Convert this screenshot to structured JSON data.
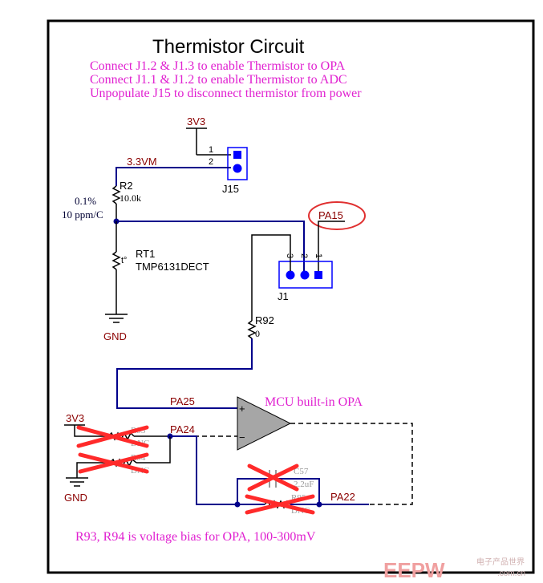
{
  "title": "Thermistor Circuit",
  "notes": [
    "Connect J1.2 & J1.3 to enable Thermistor to OPA",
    "Connect J1.1 & J1.2 to enable Thermistor to ADC",
    "Unpopulate J15 to disconnect thermistor from power"
  ],
  "bottom_note": "R93, R94 is voltage bias for OPA, 100-300mV",
  "opa_label": "MCU built-in OPA",
  "nets": {
    "v3v3_top": "3V3",
    "v3v3m": "3.3VM",
    "pa15": "PA15",
    "pa25": "PA25",
    "pa24": "PA24",
    "pa22": "PA22",
    "v3v3_left": "3V3",
    "gnd_top": "GND",
    "gnd_bottom": "GND"
  },
  "components": {
    "j15": {
      "ref": "J15",
      "pin1": "1",
      "pin2": "2"
    },
    "j1": {
      "ref": "J1",
      "pin3": "3",
      "pin2": "2",
      "pin1": "1"
    },
    "r2": {
      "ref": "R2",
      "value": "10.0k",
      "tolerance": "0.1%",
      "tempco": "10 ppm/C"
    },
    "rt1": {
      "ref": "RT1",
      "part": "TMP6131DECT",
      "mark": "t°"
    },
    "r92": {
      "ref": "R92",
      "value": "0"
    },
    "r93": {
      "ref": "R93",
      "value": "DNC"
    },
    "r94": {
      "ref": "R94",
      "value": "DNC"
    },
    "r95": {
      "ref": "R95",
      "value": "DNC"
    },
    "c57": {
      "ref": "C57",
      "value": "2.2uF"
    }
  },
  "opamp_pins": {
    "plus": "+",
    "minus": "−"
  },
  "watermark": {
    "brand": "EEPW",
    "sub": "电子产品世界",
    "domain": ".com.cn"
  },
  "colors": {
    "wire": "#00008b",
    "note": "#e020d0",
    "cross": "#ff2a2a",
    "opamp_fill": "#a6a6a6",
    "highlight": "#e03030"
  }
}
